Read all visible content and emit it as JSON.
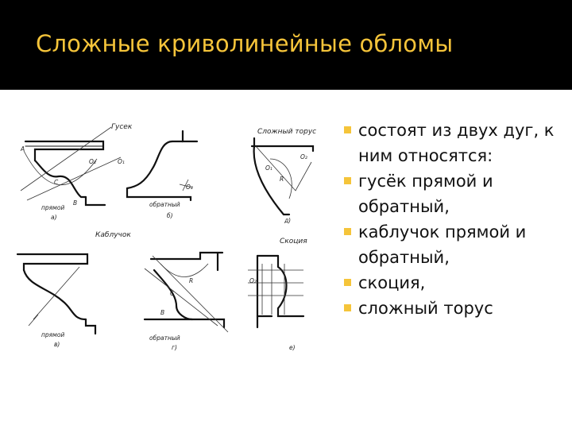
{
  "slide": {
    "title": "Сложные криволинейные обломы",
    "accent_color": "#f5c43a",
    "header_color": "#000000"
  },
  "bullets": [
    "состоят из двух дуг, к ним относятся:",
    "гусёк прямой и обратный,",
    "каблучок прямой и обратный,",
    "скоция,",
    "сложный торус"
  ],
  "figure": {
    "captions": {
      "gusek": "Гусек",
      "torus": "Сложный торус",
      "kabluchok": "Каблучок",
      "skotsiya": "Скоция",
      "a_pryamoy": "прямой",
      "a_letter": "а)",
      "b_obratny": "обратный",
      "b_letter": "б)",
      "d_letter": "д)",
      "v_pryamoy": "прямой",
      "v_letter": "в)",
      "g_obratny": "обратный",
      "g_letter": "г)",
      "e_letter": "е)"
    },
    "points": {
      "A": "A",
      "B": "B",
      "C": "C",
      "O1": "O₁",
      "O2": "O₂",
      "R": "R"
    }
  }
}
